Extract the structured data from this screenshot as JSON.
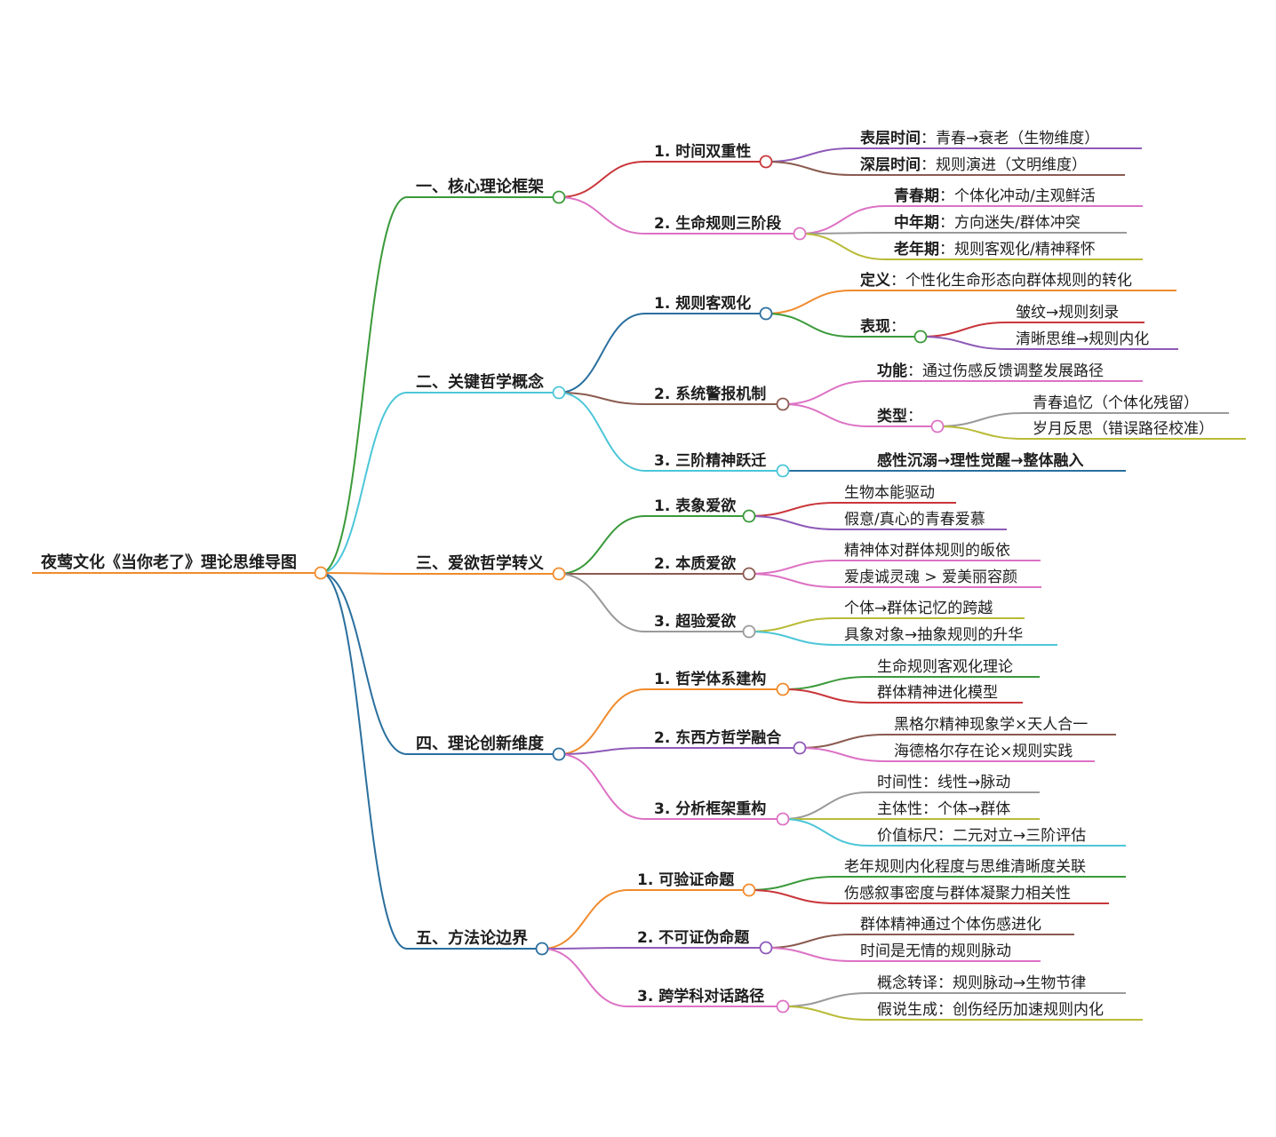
{
  "root": {
    "id": "root",
    "label": "夜莺文化《当你老了》理论思维导图",
    "color": "#f08b2d"
  },
  "colors": {
    "green": "#3a9a3a",
    "cyan": "#4cc6d8",
    "orange": "#f08b2d",
    "blue": "#2a6f9e",
    "red": "#c9363a",
    "pink": "#dd72c4",
    "purple": "#8e5ab8",
    "brown": "#8a5b50",
    "olive": "#b9bb37",
    "gray": "#9a9a9a"
  },
  "nodes": [
    {
      "id": "b1",
      "parent": "root",
      "label": "一、核心理论框架",
      "color": "green"
    },
    {
      "id": "b1a",
      "parent": "b1",
      "label": "1. 时间双重性",
      "color": "red"
    },
    {
      "id": "b1a1",
      "parent": "b1a",
      "bold": "表层时间",
      "rest": "：青春→衰老（生物维度）",
      "color": "purple"
    },
    {
      "id": "b1a2",
      "parent": "b1a",
      "bold": "深层时间",
      "rest": "：规则演进（文明维度）",
      "color": "brown"
    },
    {
      "id": "b1b",
      "parent": "b1",
      "label": "2. 生命规则三阶段",
      "color": "pink"
    },
    {
      "id": "b1b1",
      "parent": "b1b",
      "bold": "青春期",
      "rest": "：个体化冲动/主观鲜活",
      "color": "pink"
    },
    {
      "id": "b1b2",
      "parent": "b1b",
      "bold": "中年期",
      "rest": "：方向迷失/群体冲突",
      "color": "gray"
    },
    {
      "id": "b1b3",
      "parent": "b1b",
      "bold": "老年期",
      "rest": "：规则客观化/精神释怀",
      "color": "olive"
    },
    {
      "id": "b2",
      "parent": "root",
      "label": "二、关键哲学概念",
      "color": "cyan"
    },
    {
      "id": "b2a",
      "parent": "b2",
      "label": "1. 规则客观化",
      "color": "blue"
    },
    {
      "id": "b2a1",
      "parent": "b2a",
      "bold": "定义",
      "rest": "：个性化生命形态向群体规则的转化",
      "color": "orange"
    },
    {
      "id": "b2a2",
      "parent": "b2a",
      "bold": "表现",
      "rest": "：",
      "color": "green"
    },
    {
      "id": "b2a2a",
      "parent": "b2a2",
      "label": "皱纹→规则刻录",
      "color": "red"
    },
    {
      "id": "b2a2b",
      "parent": "b2a2",
      "label": "清晰思维→规则内化",
      "color": "purple"
    },
    {
      "id": "b2b",
      "parent": "b2",
      "label": "2. 系统警报机制",
      "color": "brown"
    },
    {
      "id": "b2b1",
      "parent": "b2b",
      "bold": "功能",
      "rest": "：通过伤感反馈调整发展路径",
      "color": "pink"
    },
    {
      "id": "b2b2",
      "parent": "b2b",
      "bold": "类型",
      "rest": "：",
      "color": "pink"
    },
    {
      "id": "b2b2a",
      "parent": "b2b2",
      "label": "青春追忆（个体化残留）",
      "color": "gray"
    },
    {
      "id": "b2b2b",
      "parent": "b2b2",
      "label": "岁月反思（错误路径校准）",
      "color": "olive"
    },
    {
      "id": "b2c",
      "parent": "b2",
      "label": "3. 三阶精神跃迁",
      "color": "cyan"
    },
    {
      "id": "b2c1",
      "parent": "b2c",
      "bold": "感性沉溺→理性觉醒→整体融入",
      "rest": "",
      "color": "blue"
    },
    {
      "id": "b3",
      "parent": "root",
      "label": "三、爱欲哲学转义",
      "color": "orange"
    },
    {
      "id": "b3a",
      "parent": "b3",
      "label": "1. 表象爱欲",
      "color": "green"
    },
    {
      "id": "b3a1",
      "parent": "b3a",
      "label": "生物本能驱动",
      "color": "red"
    },
    {
      "id": "b3a2",
      "parent": "b3a",
      "label": "假意/真心的青春爱慕",
      "color": "purple"
    },
    {
      "id": "b3b",
      "parent": "b3",
      "label": "2. 本质爱欲",
      "color": "brown"
    },
    {
      "id": "b3b1",
      "parent": "b3b",
      "label": "精神体对群体规则的皈依",
      "color": "pink"
    },
    {
      "id": "b3b2",
      "parent": "b3b",
      "label": "爱虔诚灵魂 > 爱美丽容颜",
      "color": "pink"
    },
    {
      "id": "b3c",
      "parent": "b3",
      "label": "3. 超验爱欲",
      "color": "gray"
    },
    {
      "id": "b3c1",
      "parent": "b3c",
      "label": "个体→群体记忆的跨越",
      "color": "olive"
    },
    {
      "id": "b3c2",
      "parent": "b3c",
      "label": "具象对象→抽象规则的升华",
      "color": "cyan"
    },
    {
      "id": "b4",
      "parent": "root",
      "label": "四、理论创新维度",
      "color": "blue"
    },
    {
      "id": "b4a",
      "parent": "b4",
      "label": "1. 哲学体系建构",
      "color": "orange"
    },
    {
      "id": "b4a1",
      "parent": "b4a",
      "label": "生命规则客观化理论",
      "color": "green"
    },
    {
      "id": "b4a2",
      "parent": "b4a",
      "label": "群体精神进化模型",
      "color": "red"
    },
    {
      "id": "b4b",
      "parent": "b4",
      "label": "2. 东西方哲学融合",
      "color": "purple"
    },
    {
      "id": "b4b1",
      "parent": "b4b",
      "label": "黑格尔精神现象学×天人合一",
      "color": "brown"
    },
    {
      "id": "b4b2",
      "parent": "b4b",
      "label": "海德格尔存在论×规则实践",
      "color": "pink"
    },
    {
      "id": "b4c",
      "parent": "b4",
      "label": "3. 分析框架重构",
      "color": "pink"
    },
    {
      "id": "b4c1",
      "parent": "b4c",
      "label": "时间性：线性→脉动",
      "color": "gray"
    },
    {
      "id": "b4c2",
      "parent": "b4c",
      "label": "主体性：个体→群体",
      "color": "olive"
    },
    {
      "id": "b4c3",
      "parent": "b4c",
      "label": "价值标尺：二元对立→三阶评估",
      "color": "cyan"
    },
    {
      "id": "b5",
      "parent": "root",
      "label": "五、方法论边界",
      "color": "blue"
    },
    {
      "id": "b5a",
      "parent": "b5",
      "label": "1. 可验证命题",
      "color": "orange"
    },
    {
      "id": "b5a1",
      "parent": "b5a",
      "label": "老年规则内化程度与思维清晰度关联",
      "color": "green"
    },
    {
      "id": "b5a2",
      "parent": "b5a",
      "label": "伤感叙事密度与群体凝聚力相关性",
      "color": "red"
    },
    {
      "id": "b5b",
      "parent": "b5",
      "label": "2. 不可证伪命题",
      "color": "purple"
    },
    {
      "id": "b5b1",
      "parent": "b5b",
      "label": "群体精神通过个体伤感进化",
      "color": "brown"
    },
    {
      "id": "b5b2",
      "parent": "b5b",
      "label": "时间是无情的规则脉动",
      "color": "pink"
    },
    {
      "id": "b5c",
      "parent": "b5",
      "label": "3. 跨学科对话路径",
      "color": "pink"
    },
    {
      "id": "b5c1",
      "parent": "b5c",
      "label": "概念转译：规则脉动→生物节律",
      "color": "gray"
    },
    {
      "id": "b5c2",
      "parent": "b5c",
      "label": "假说生成：创伤经历加速规则内化",
      "color": "olive"
    }
  ]
}
